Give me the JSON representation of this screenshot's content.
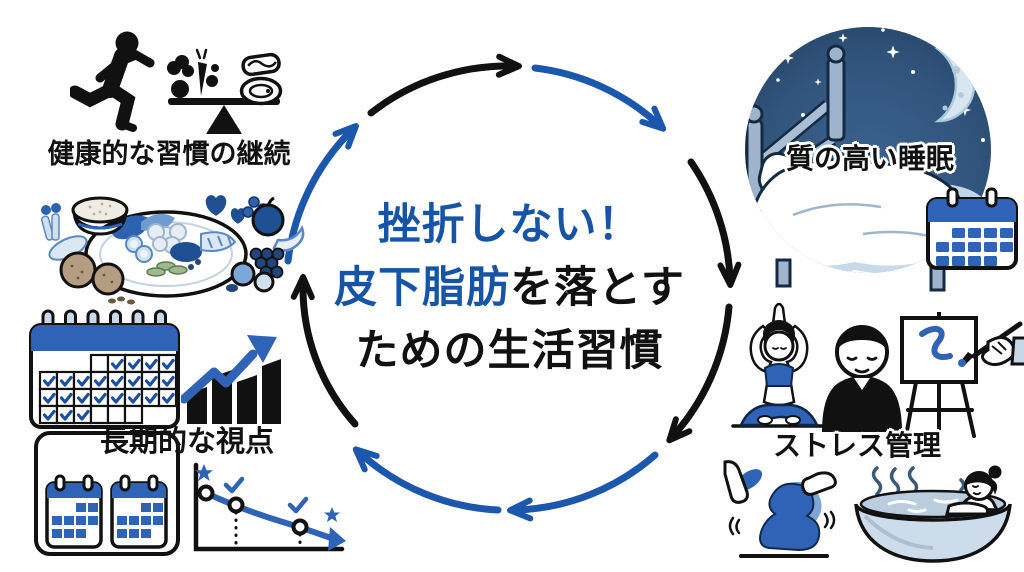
{
  "title": {
    "line1": "挫折しない！",
    "line2_highlight": "皮下脂肪",
    "line2_rest": "を落とす",
    "line3": "ための生活習慣"
  },
  "nodes": {
    "healthy_habit": {
      "label": "健康的な習慣の継続"
    },
    "quality_sleep": {
      "label": "質の高い睡眠"
    },
    "stress_management": {
      "label": "ストレス管理"
    },
    "long_term_view": {
      "label": "長期的な視点"
    }
  },
  "colors": {
    "accent_blue": "#1655a6",
    "arrow_blue": "#1b57ad",
    "arrow_black": "#111111",
    "calendar_blue": "#2e63b8",
    "night_sky": "#31547c",
    "light_blue": "#c6d8e8"
  },
  "icons": {
    "runner-icon": "black running figure silhouette",
    "food-balance-scale-icon": "vegetables vs meat on balance",
    "healthy-meal-icon": "blue-toned plate of food with rice, bread, fruit",
    "sleeping-in-bed-icon": "person asleep under blanket, night sky with moon and stars",
    "calendar-icon": "calendar with blue marked days",
    "calendar-check-icon": "calendar filled with blue checkmarks",
    "bar-chart-growth-icon": "rising bars with blue up arrow",
    "decline-line-chart-icon": "downward line chart with stars and checks",
    "yoga-meditation-icon": "woman in lotus pose, hands overhead",
    "meditating-man-icon": "man with closed eyes, black shirt",
    "painting-easel-icon": "hand painting blue stroke on easel",
    "dancing-figure-icon": "abstract figure shaking blue cloth",
    "bath-relax-icon": "woman relaxing in steaming tub"
  }
}
